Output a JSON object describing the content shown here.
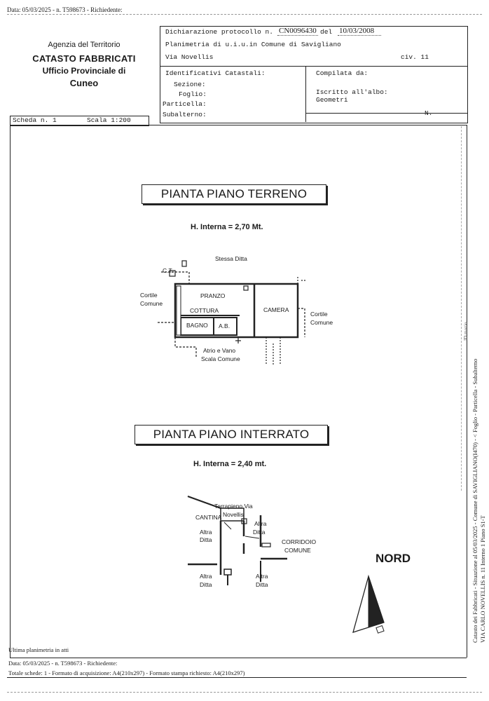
{
  "header_line": "Data: 05/03/2025 - n. T598673 - Richiedente:",
  "agency": {
    "line1": "Agenzia del Territorio",
    "line2": "CATASTO FABBRICATI",
    "line3": "Ufficio Provinciale di",
    "line4": "Cuneo"
  },
  "declaration": {
    "protocol_label": "Dichiarazione protocollo n.",
    "protocol_number": "CN0096430",
    "date_label": "del",
    "date": "10/03/2008",
    "planimetria": "Planimetria di u.i.u.in Comune di Savigliano",
    "address": "Via Novellis",
    "civ": "civ. 11"
  },
  "identifiers": {
    "title": "Identificativi Catastali:",
    "sezione": "Sezione:",
    "foglio": "Foglio:",
    "particella": "Particella:",
    "subalterno": "Subalterno:"
  },
  "compiled": {
    "title": "Compilata da:",
    "albo": "Iscritto all'albo:",
    "profession": "Geometri",
    "number": "N."
  },
  "scheda": {
    "label": "Scheda n. 1",
    "scale": "Scala 1:200"
  },
  "ground_floor": {
    "title": "PIANTA PIANO TERRENO",
    "height": "H. Interna = 2,70 Mt.",
    "labels": {
      "stessa_ditta": "Stessa Ditta",
      "ct": "C.T.",
      "cortile_left_1": "Cortile",
      "cortile_left_2": "Comune",
      "pranzo": "PRANZO",
      "cottura": "COTTURA",
      "bagno": "BAGNO",
      "ab": "A.B.",
      "camera": "CAMERA",
      "cortile_right_1": "Cortile",
      "cortile_right_2": "Comune",
      "atrio_1": "Atrio e Vano",
      "atrio_2": "Scala Comune"
    }
  },
  "basement": {
    "title": "PIANTA PIANO INTERRATO",
    "height": "H. Interna = 2,40 mt.",
    "labels": {
      "terrapieno_1": "Terrapieno Via",
      "terrapieno_2": "Novellis",
      "cantina": "CANTINA",
      "altra_ditta": "Altra",
      "ditta": "Ditta",
      "corridoio_1": "CORRIDOIO",
      "corridoio_2": "COMUNE"
    }
  },
  "nord": "NORD",
  "footer": {
    "ultima": "Ultima planimetria in atti",
    "data_line": "Data: 05/03/2025 - n. T598673 - Richiedente:",
    "totale": "Totale schede: 1 - Formato di acquisizione: A4(210x297)  - Formato stampa richiesto: A4(210x297)"
  },
  "side": {
    "line1": "Catasto dei Fabbricati - Situazione al 05/03/2025 - Comune di SAVIGLIANO(I470) - < Foglio   - Particella   - Subalterno",
    "line2": "VIA CARLO NOVELLIS n. 11 Interno 1 Piano S1-T",
    "stamp": "ID mozio"
  }
}
